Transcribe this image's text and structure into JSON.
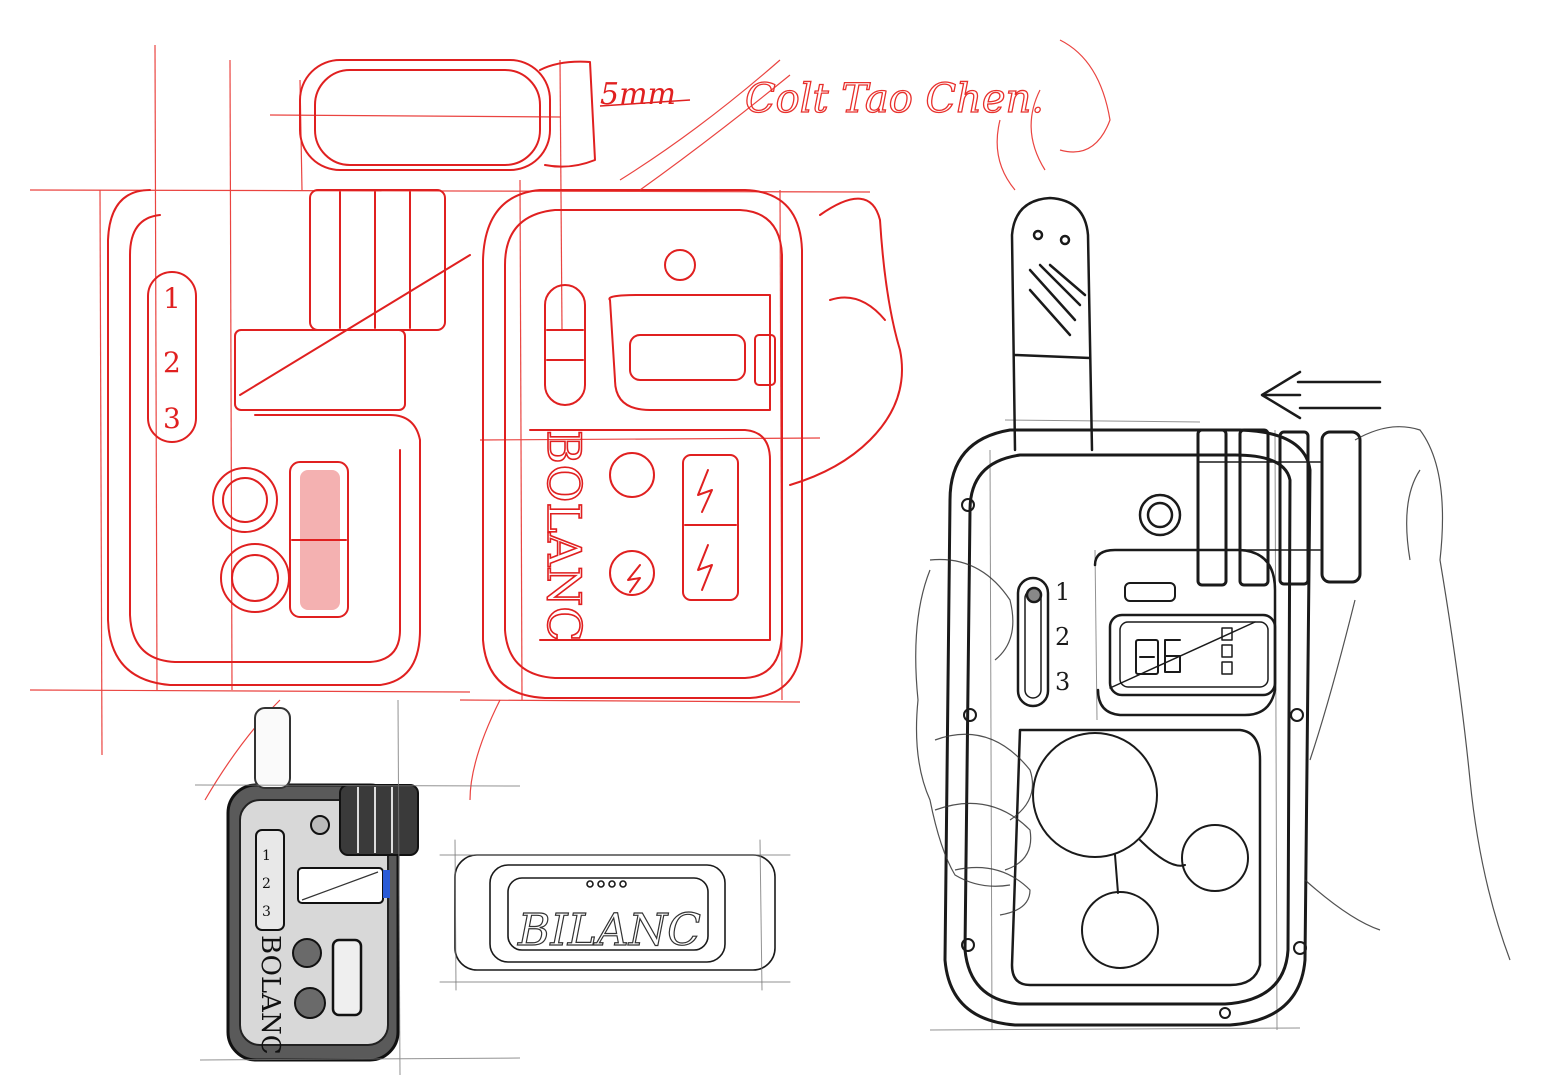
{
  "signature": "Colt Tao Chen.",
  "dimension_note": "5mm",
  "brand": "BOLANC",
  "band_brand": "BILANC",
  "channels": [
    "1",
    "2",
    "3"
  ],
  "colors": {
    "sketch_red": "#e02020",
    "ink_black": "#1a1a1a",
    "accent_blue": "#2a5bd7",
    "paper": "#ffffff"
  },
  "icons": [
    "bolt-icon",
    "arrow-left-icon"
  ]
}
